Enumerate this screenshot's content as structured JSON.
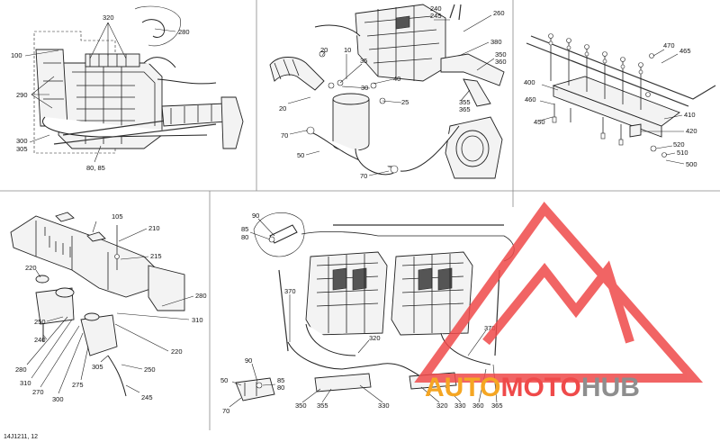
{
  "footer": {
    "code": "14J1211, 12"
  },
  "watermark": {
    "auto": "AUTO",
    "moto": "MOTO",
    "hub": "HUB",
    "auto_color": "#f5a623",
    "moto_color": "#ef4a4a",
    "hub_color": "#8e8e8e",
    "triangle_color": "#ef4a4a"
  },
  "panels": {
    "engine_cooling": {
      "labels": [
        "320",
        "280",
        "100",
        "290",
        "300",
        "305",
        "80, 85"
      ]
    },
    "intake": {
      "labels": [
        "240",
        "245",
        "260",
        "380",
        "350",
        "360",
        "355",
        "365",
        "20",
        "10",
        "35",
        "40",
        "30",
        "25",
        "20",
        "70",
        "50",
        "70"
      ]
    },
    "plate": {
      "labels": [
        "470",
        "465",
        "400",
        "460",
        "450",
        "410",
        "420",
        "520",
        "510",
        "500"
      ]
    },
    "reservoir": {
      "labels": [
        "105",
        "210",
        "215",
        "220",
        "280",
        "310",
        "250",
        "240",
        "220",
        "280",
        "310",
        "270",
        "300",
        "275",
        "305",
        "250",
        "245"
      ]
    },
    "exhaust": {
      "labels": [
        "90",
        "85",
        "80",
        "370",
        "370",
        "320",
        "50",
        "90",
        "85",
        "80",
        "70",
        "350",
        "355",
        "330",
        "320",
        "330",
        "360",
        "365"
      ]
    }
  }
}
